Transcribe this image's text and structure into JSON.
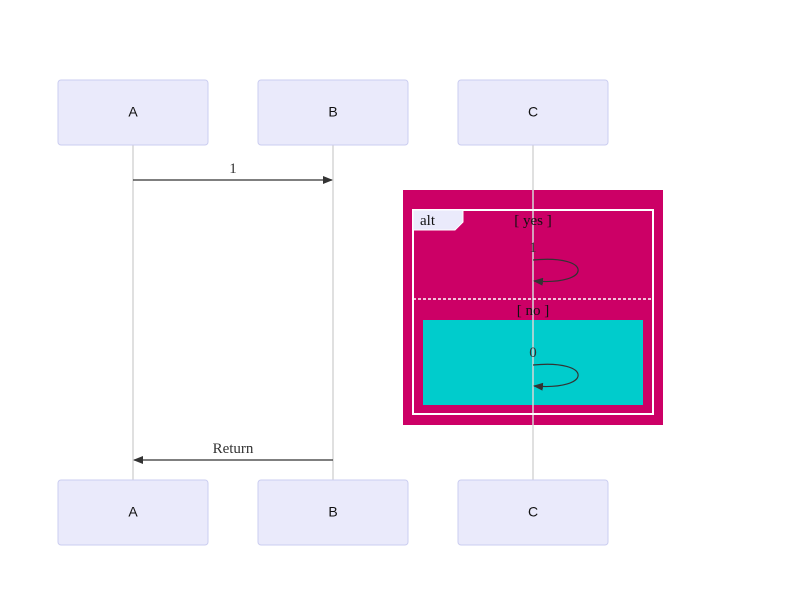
{
  "actors": [
    {
      "id": "A",
      "label": "A"
    },
    {
      "id": "B",
      "label": "B"
    },
    {
      "id": "C",
      "label": "C"
    }
  ],
  "messages": [
    {
      "from": "A",
      "to": "B",
      "label": "1"
    },
    {
      "from": "B",
      "to": "A",
      "label": "Return"
    }
  ],
  "alt_block": {
    "keyword": "alt",
    "background_color": "#cc0066",
    "sections": [
      {
        "condition": "[ yes ]",
        "self_message": {
          "actor": "C",
          "label": "1"
        }
      },
      {
        "condition": "[ no ]",
        "background_color": "#00cccc",
        "self_message": {
          "actor": "C",
          "label": "0"
        }
      }
    ]
  }
}
